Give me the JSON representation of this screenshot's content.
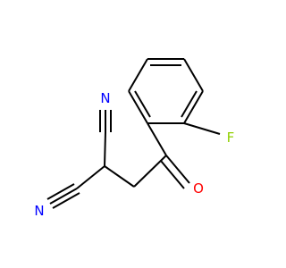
{
  "molecule": {
    "atoms": {
      "fluorine": {
        "symbol": "F",
        "color": "#90d000"
      },
      "oxygen": {
        "symbol": "O",
        "color": "#ff0000"
      },
      "nitrogen_top": {
        "symbol": "N",
        "color": "#0000ff"
      },
      "nitrogen_left": {
        "symbol": "N",
        "color": "#0000ff"
      }
    },
    "bond_color": "#000000"
  }
}
